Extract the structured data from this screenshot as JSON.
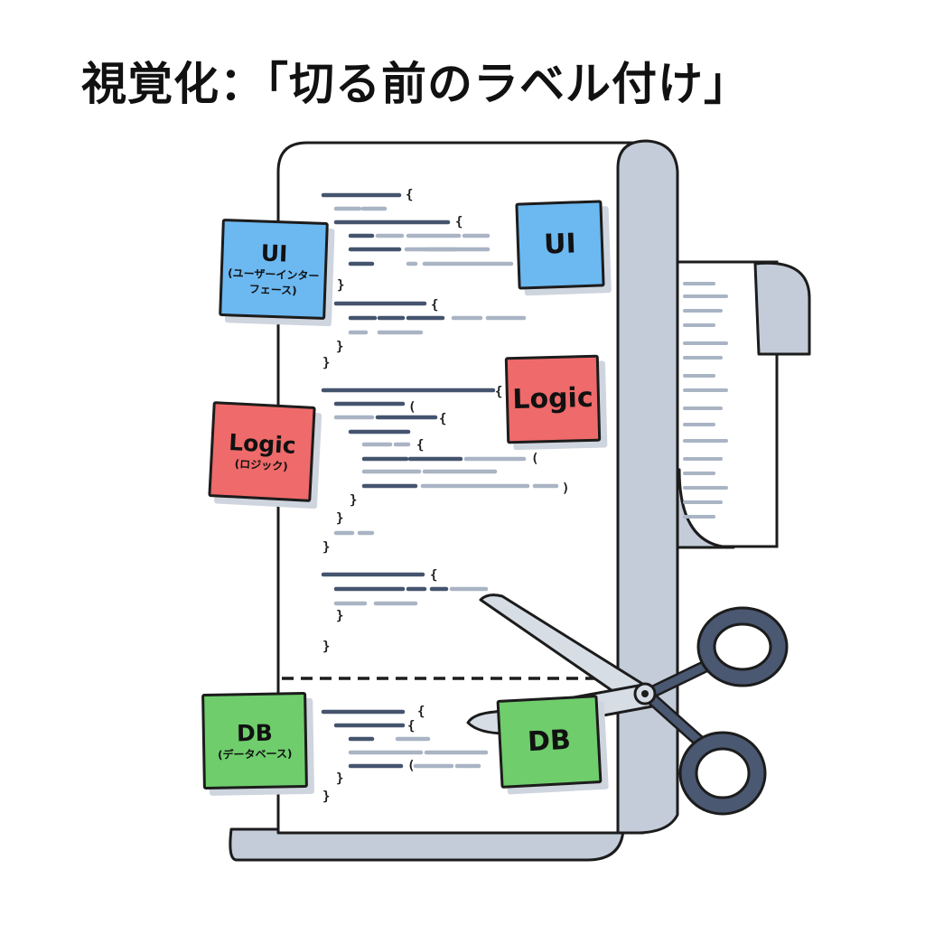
{
  "title": "視覚化：「切る前のラベル付け」",
  "notes": {
    "ui_left": {
      "label": "UI",
      "sub": "(ユーザーインターフェース)"
    },
    "ui_right": {
      "label": "UI"
    },
    "logic_left": {
      "label": "Logic",
      "sub": "(ロジック)"
    },
    "logic_right": {
      "label": "Logic"
    },
    "db_left": {
      "label": "DB",
      "sub": "(データベース)"
    },
    "db_right": {
      "label": "DB"
    }
  },
  "code": {
    "open_brace": "{",
    "close_brace": "}",
    "open_paren": "(",
    "close_paren": ")"
  },
  "colors": {
    "ui_note": "#6cb8f1",
    "logic_note": "#ef6a6a",
    "db_note": "#6fcd6c",
    "code_dark": "#45546e",
    "code_light": "#a9b4c4",
    "scroll_shade": "#c3ccd8",
    "outline": "#1c1c1c",
    "scissor_handle": "#4a5872",
    "scissor_blade": "#d7dde5"
  },
  "icons": {
    "scroll": "paper-scroll-icon",
    "scissors": "scissors-icon"
  }
}
